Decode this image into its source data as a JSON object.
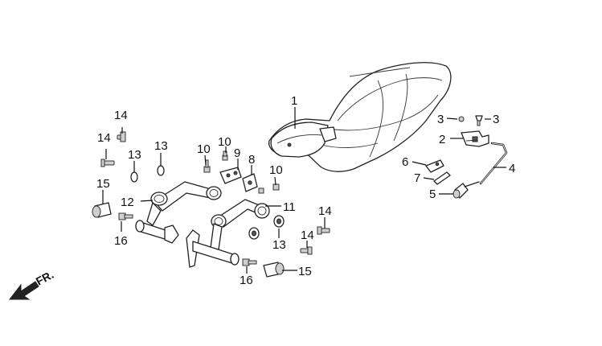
{
  "callouts": {
    "c1": "1",
    "c2": "2",
    "c3a": "3",
    "c3b": "3",
    "c4": "4",
    "c5": "5",
    "c6": "6",
    "c7": "7",
    "c8": "8",
    "c9": "9",
    "c10a": "10",
    "c10b": "10",
    "c11": "11",
    "c12": "12",
    "c13a": "13",
    "c13b": "13",
    "c14a": "14",
    "c14b": "14",
    "c14c": "14",
    "c14d": "14",
    "c15a": "15",
    "c15b": "15",
    "c16a": "16",
    "c16b": "16"
  },
  "front_indicator": {
    "label": "FR."
  }
}
